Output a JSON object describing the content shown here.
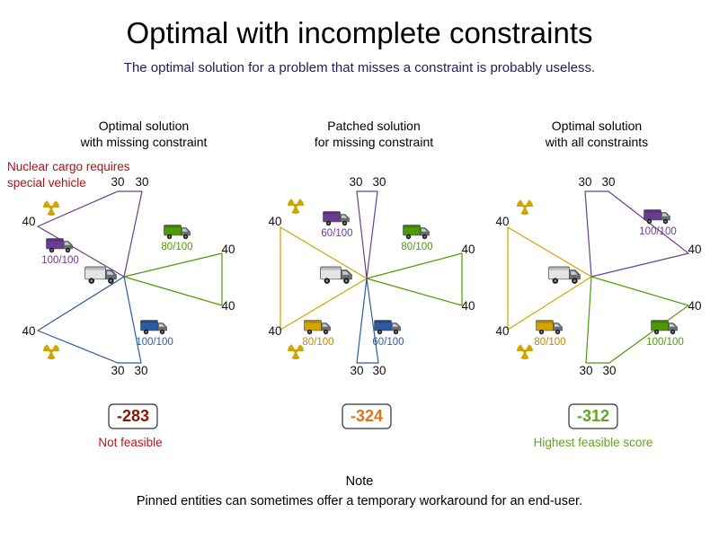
{
  "title": "Optimal with incomplete constraints",
  "subtitle": "The optimal solution for a problem that misses a constraint is probably useless.",
  "annotation": {
    "line1": "Nuclear cargo requires",
    "line2": "special vehicle"
  },
  "panels": [
    {
      "title_line1": "Optimal solution",
      "title_line2": "with missing constraint",
      "nodes": {
        "top_a": "30",
        "top_b": "30",
        "left_top": "40",
        "right_top": "40",
        "right_bottom": "40",
        "left_bottom": "40",
        "bottom_a": "30",
        "bottom_b": "30"
      },
      "trucks": {
        "purple": "100/100",
        "green": "80/100",
        "blue": "100/100"
      },
      "score": "-283",
      "verdict": "Not feasible"
    },
    {
      "title_line1": "Patched solution",
      "title_line2": "for missing constraint",
      "nodes": {
        "top_a": "30",
        "top_b": "30",
        "left_top": "40",
        "right_top": "40",
        "right_bottom": "40",
        "left_bottom": "40",
        "bottom_a": "30",
        "bottom_b": "30"
      },
      "trucks": {
        "purple": "60/100",
        "green": "80/100",
        "yellow": "80/100",
        "blue": "60/100"
      },
      "score": "-324"
    },
    {
      "title_line1": "Optimal solution",
      "title_line2": "with all constraints",
      "nodes": {
        "top_a": "30",
        "top_b": "30",
        "left_top": "40",
        "right_top": "40",
        "right_bottom": "40",
        "left_bottom": "40",
        "bottom_a": "30",
        "bottom_b": "30"
      },
      "trucks": {
        "purple": "100/100",
        "green": "100/100",
        "yellow": "80/100"
      },
      "score": "-312",
      "verdict": "Highest feasible score"
    }
  ],
  "note": {
    "heading": "Note",
    "body": "Pinned entities can sometimes offer a temporary workaround for an end-user."
  },
  "colors": {
    "route_purple": "#6a3d91",
    "route_green": "#4e9a06",
    "route_blue": "#2c5aa0",
    "route_yellow": "#d1a400",
    "score_infeasible": "#8b1508",
    "score_patched": "#e0741c",
    "score_optimal": "#62a420",
    "verdict_infeasible": "#c01515",
    "verdict_feasible": "#62a420",
    "annotation_red": "#b01010",
    "radioactive_yellow": "#cfa600"
  },
  "icons": {
    "radioactive": "radioactive-trefoil-icon",
    "vehicle": "delivery-truck-icon",
    "depot": "depot-truck-icon"
  }
}
